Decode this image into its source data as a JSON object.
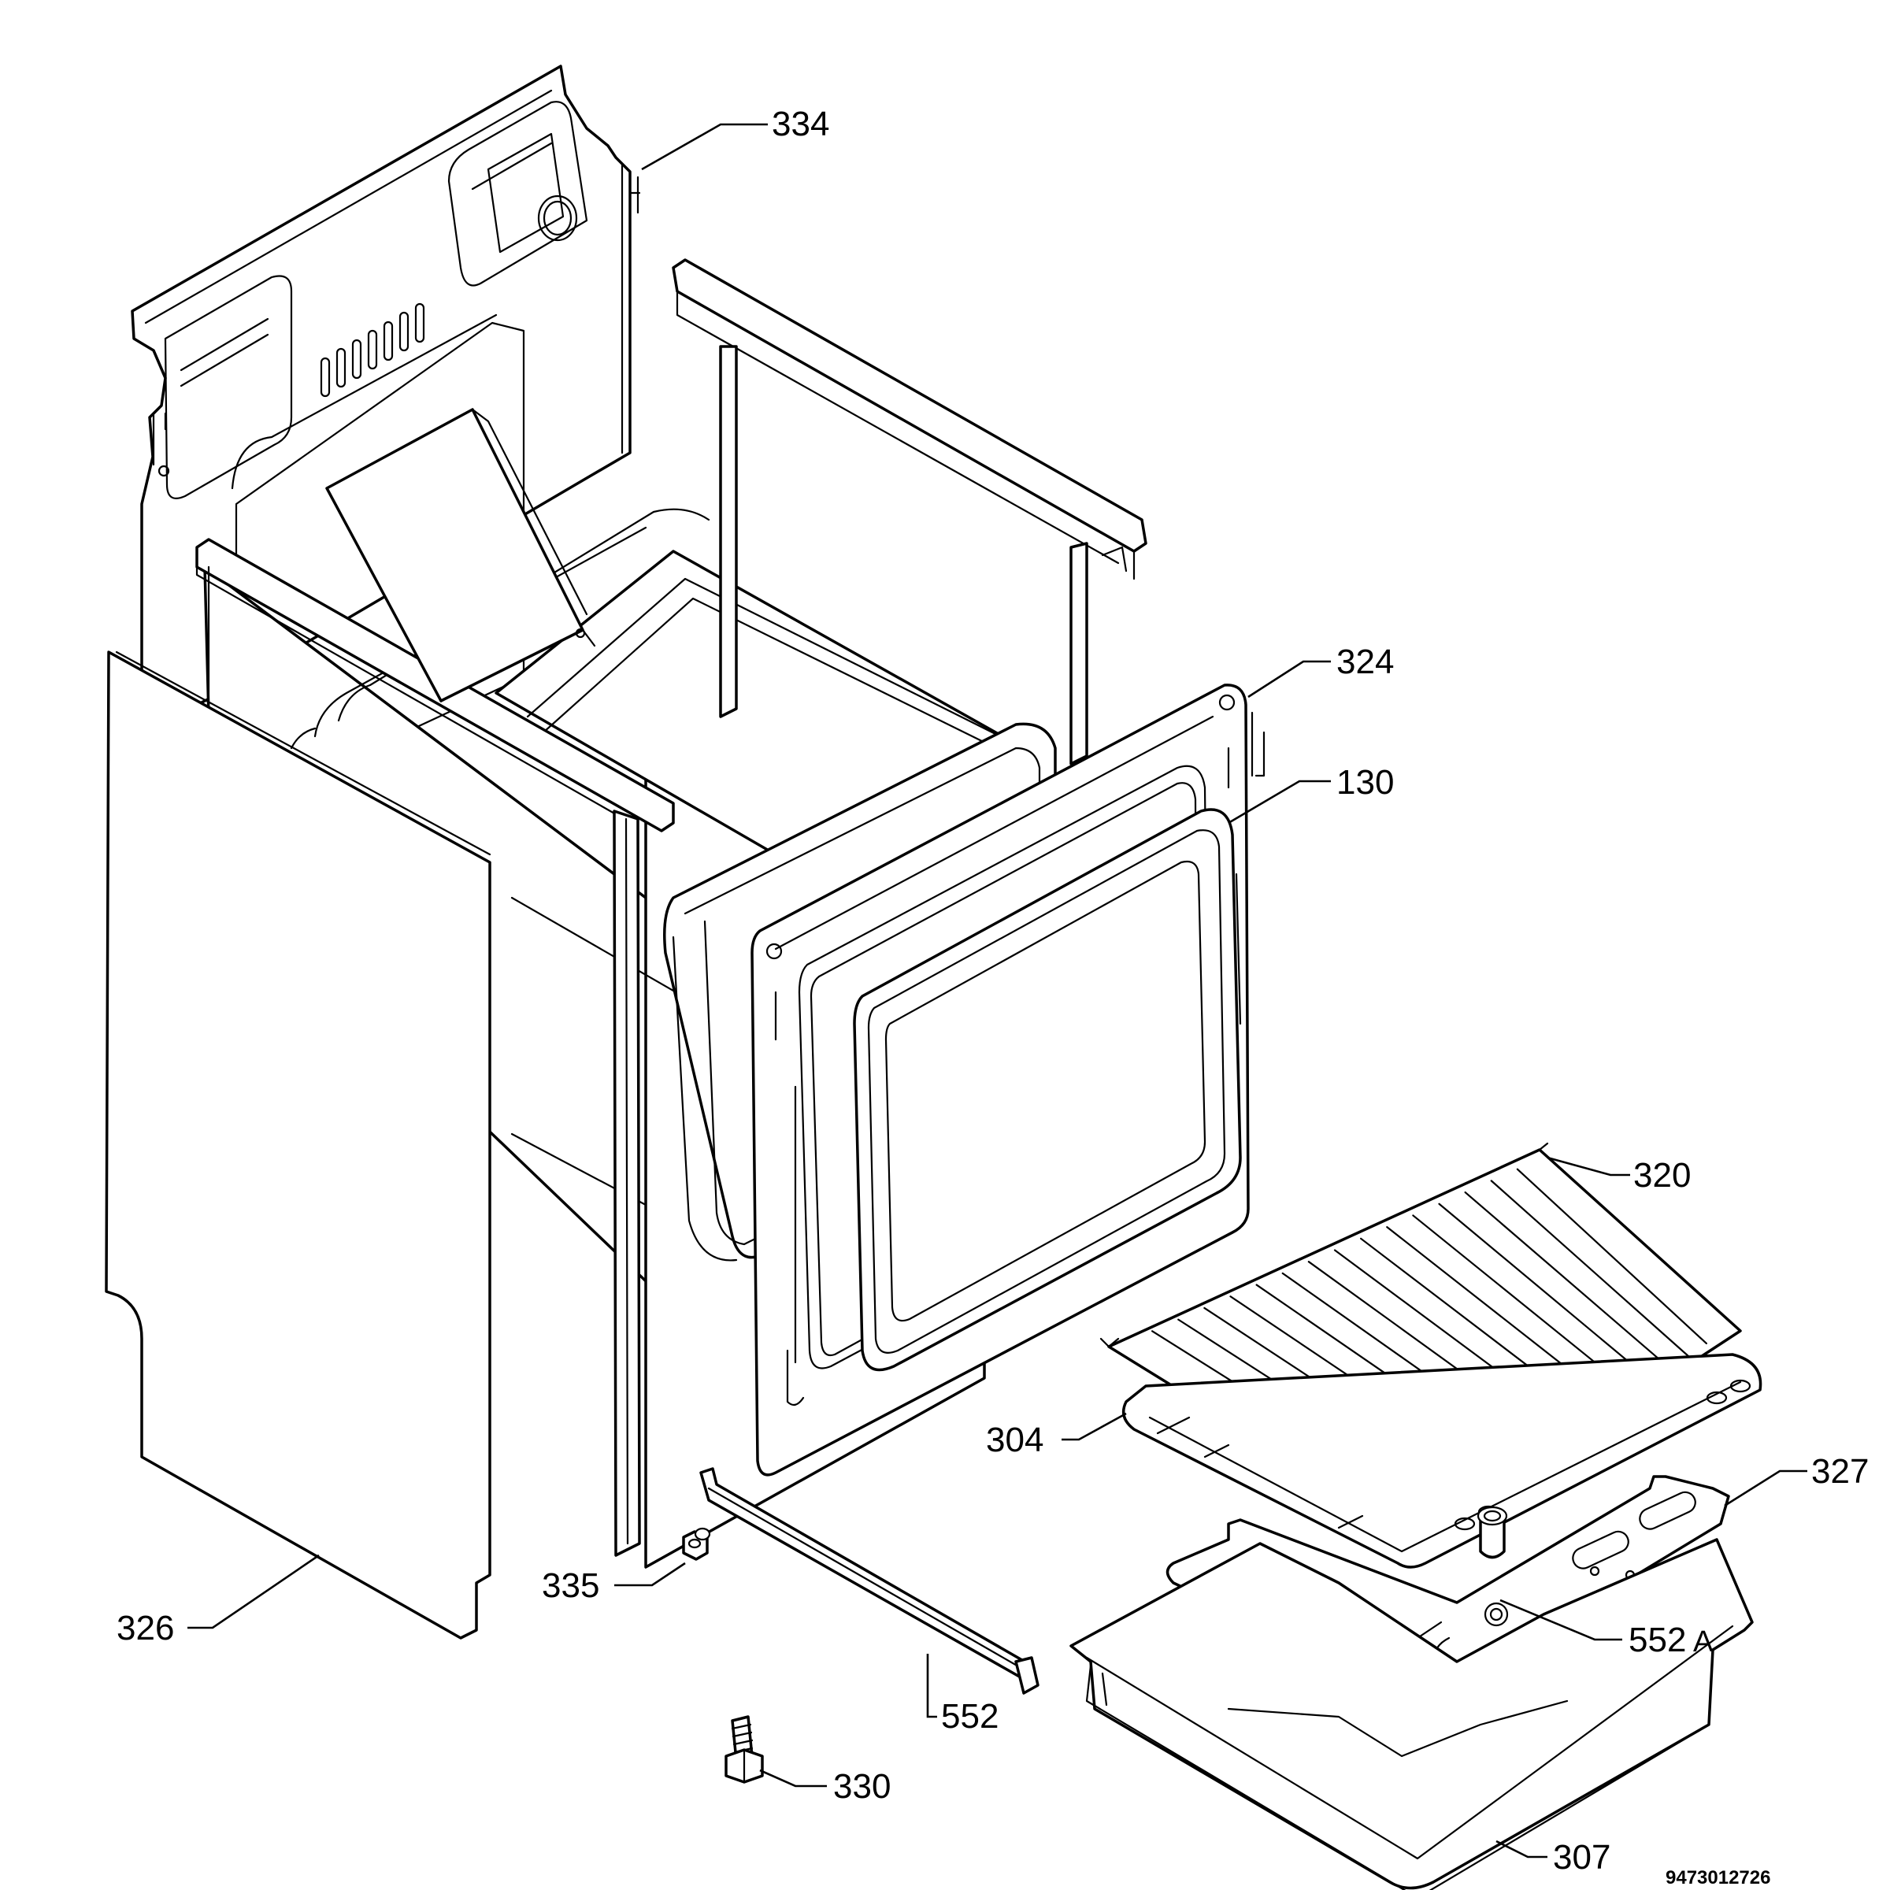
{
  "diagram": {
    "labels": {
      "p334": "334",
      "p324": "324",
      "p130": "130",
      "p320": "320",
      "p304": "304",
      "p327": "327",
      "p552a": "552",
      "p552a_suffix": "A",
      "p335": "335",
      "p326": "326",
      "p552": "552",
      "p330": "330",
      "p307": "307"
    },
    "document_number": "9473012726"
  }
}
